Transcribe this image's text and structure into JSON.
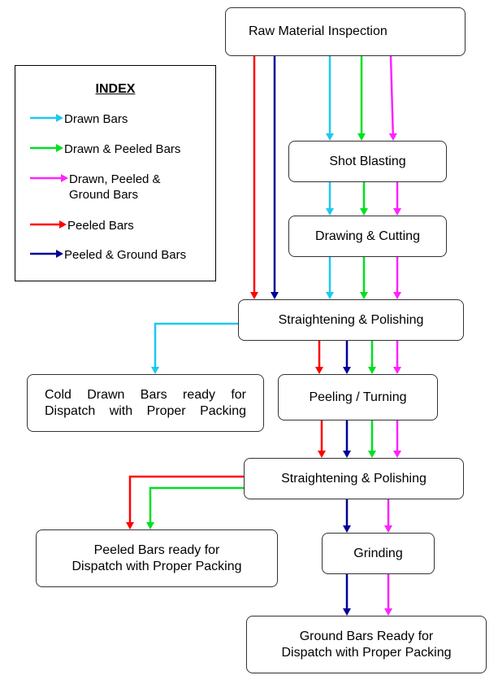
{
  "legend": {
    "title": "INDEX",
    "items": [
      {
        "label": "Drawn Bars",
        "color": "#1ec8f0"
      },
      {
        "label": "Drawn & Peeled Bars",
        "color": "#00e020"
      },
      {
        "label": "Drawn, Peeled &\nGround Bars",
        "color": "#ff22ff"
      },
      {
        "label": "Peeled Bars",
        "color": "#ff0000"
      },
      {
        "label": "Peeled & Ground Bars",
        "color": "#000099"
      }
    ]
  },
  "nodes": {
    "raw": "Raw Material Inspection",
    "shot": "Shot Blasting",
    "drawing": "Drawing & Cutting",
    "straight1": "Straightening & Polishing",
    "cold": "Cold Drawn Bars ready for Dispatch with Proper Packing",
    "peeling": "Peeling / Turning",
    "straight2": "Straightening & Polishing",
    "peeled_ready": "Peeled Bars ready for\nDispatch with Proper Packing",
    "grinding": "Grinding",
    "ground_ready": "Ground Bars Ready for\nDispatch with Proper Packing"
  }
}
